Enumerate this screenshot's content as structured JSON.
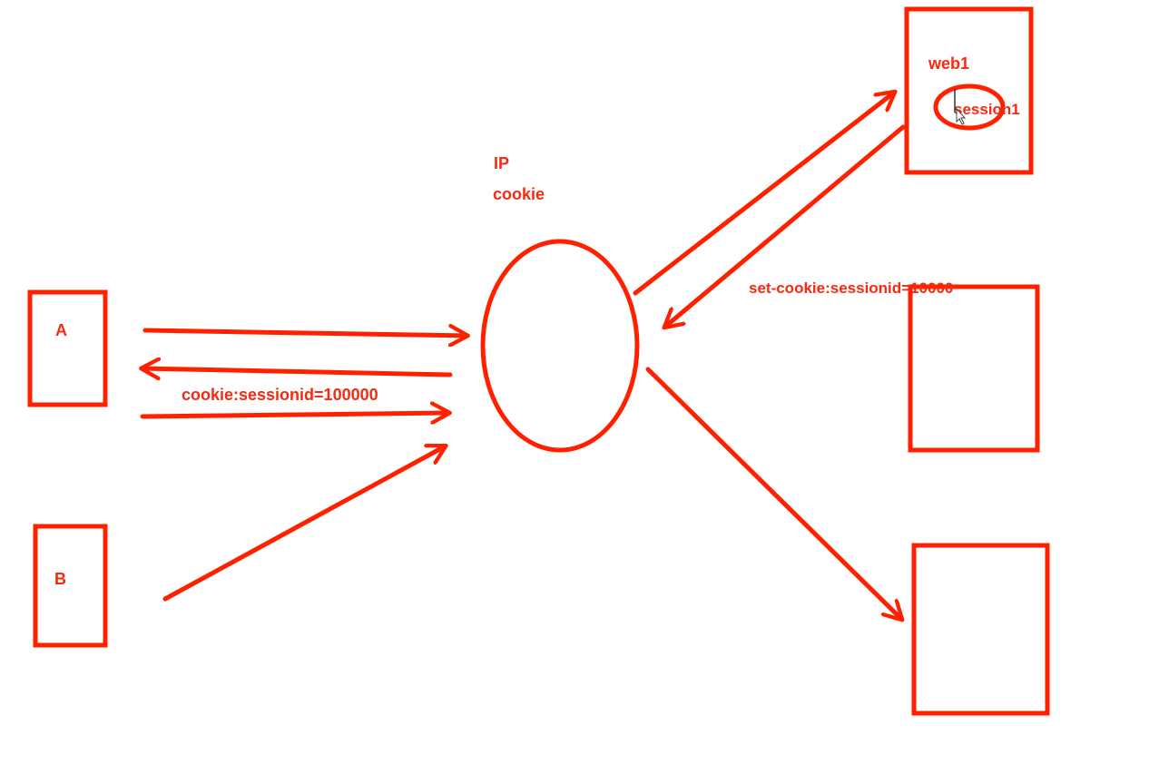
{
  "colors": {
    "stroke": "#ff2000",
    "text": "#f52a10",
    "cursor": "#333333"
  },
  "labels": {
    "client_a": "A",
    "client_b": "B",
    "balancer_ip": "IP",
    "balancer_cookie": "cookie",
    "request_cookie": "cookie:sessionid=100000",
    "server1_name": "web1",
    "server1_session": "session1",
    "response_set_cookie": "set-cookie:sessionid=10000"
  }
}
